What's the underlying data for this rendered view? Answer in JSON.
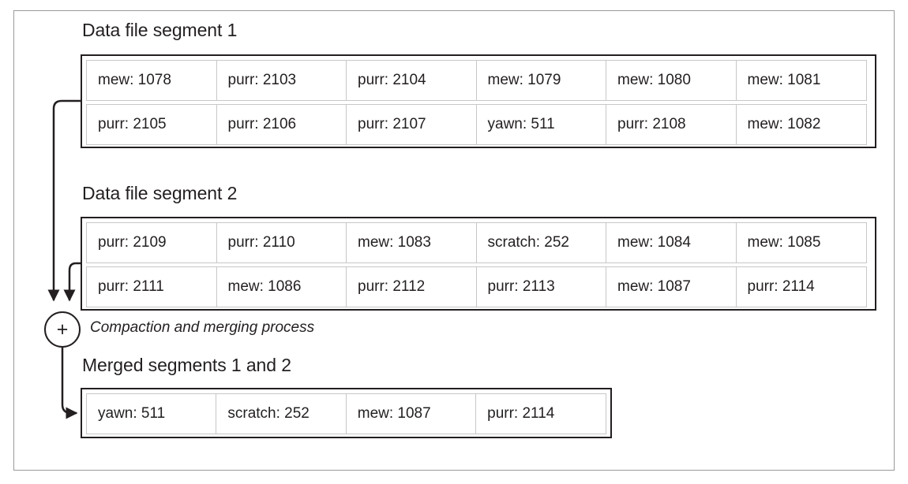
{
  "figure": {
    "merge_node_symbol": "+",
    "process_label": "Compaction and merging process",
    "colors": {
      "ink": "#231f20",
      "frame": "#9a9a9a",
      "cell_border": "#c7c7c7",
      "background": "#ffffff"
    }
  },
  "sections": {
    "segment1": {
      "heading": "Data file segment 1",
      "rows": [
        [
          "mew: 1078",
          "purr: 2103",
          "purr: 2104",
          "mew: 1079",
          "mew: 1080",
          "mew: 1081"
        ],
        [
          "purr: 2105",
          "purr: 2106",
          "purr: 2107",
          "yawn: 511",
          "purr: 2108",
          "mew: 1082"
        ]
      ]
    },
    "segment2": {
      "heading": "Data file segment 2",
      "rows": [
        [
          "purr: 2109",
          "purr: 2110",
          "mew: 1083",
          "scratch: 252",
          "mew: 1084",
          "mew: 1085"
        ],
        [
          "purr: 2111",
          "mew: 1086",
          "purr: 2112",
          "purr: 2113",
          "mew: 1087",
          "purr: 2114"
        ]
      ]
    },
    "merged": {
      "heading": "Merged segments 1 and 2",
      "rows": [
        [
          "yawn: 511",
          "scratch: 252",
          "mew: 1087",
          "purr: 2114"
        ]
      ]
    }
  }
}
